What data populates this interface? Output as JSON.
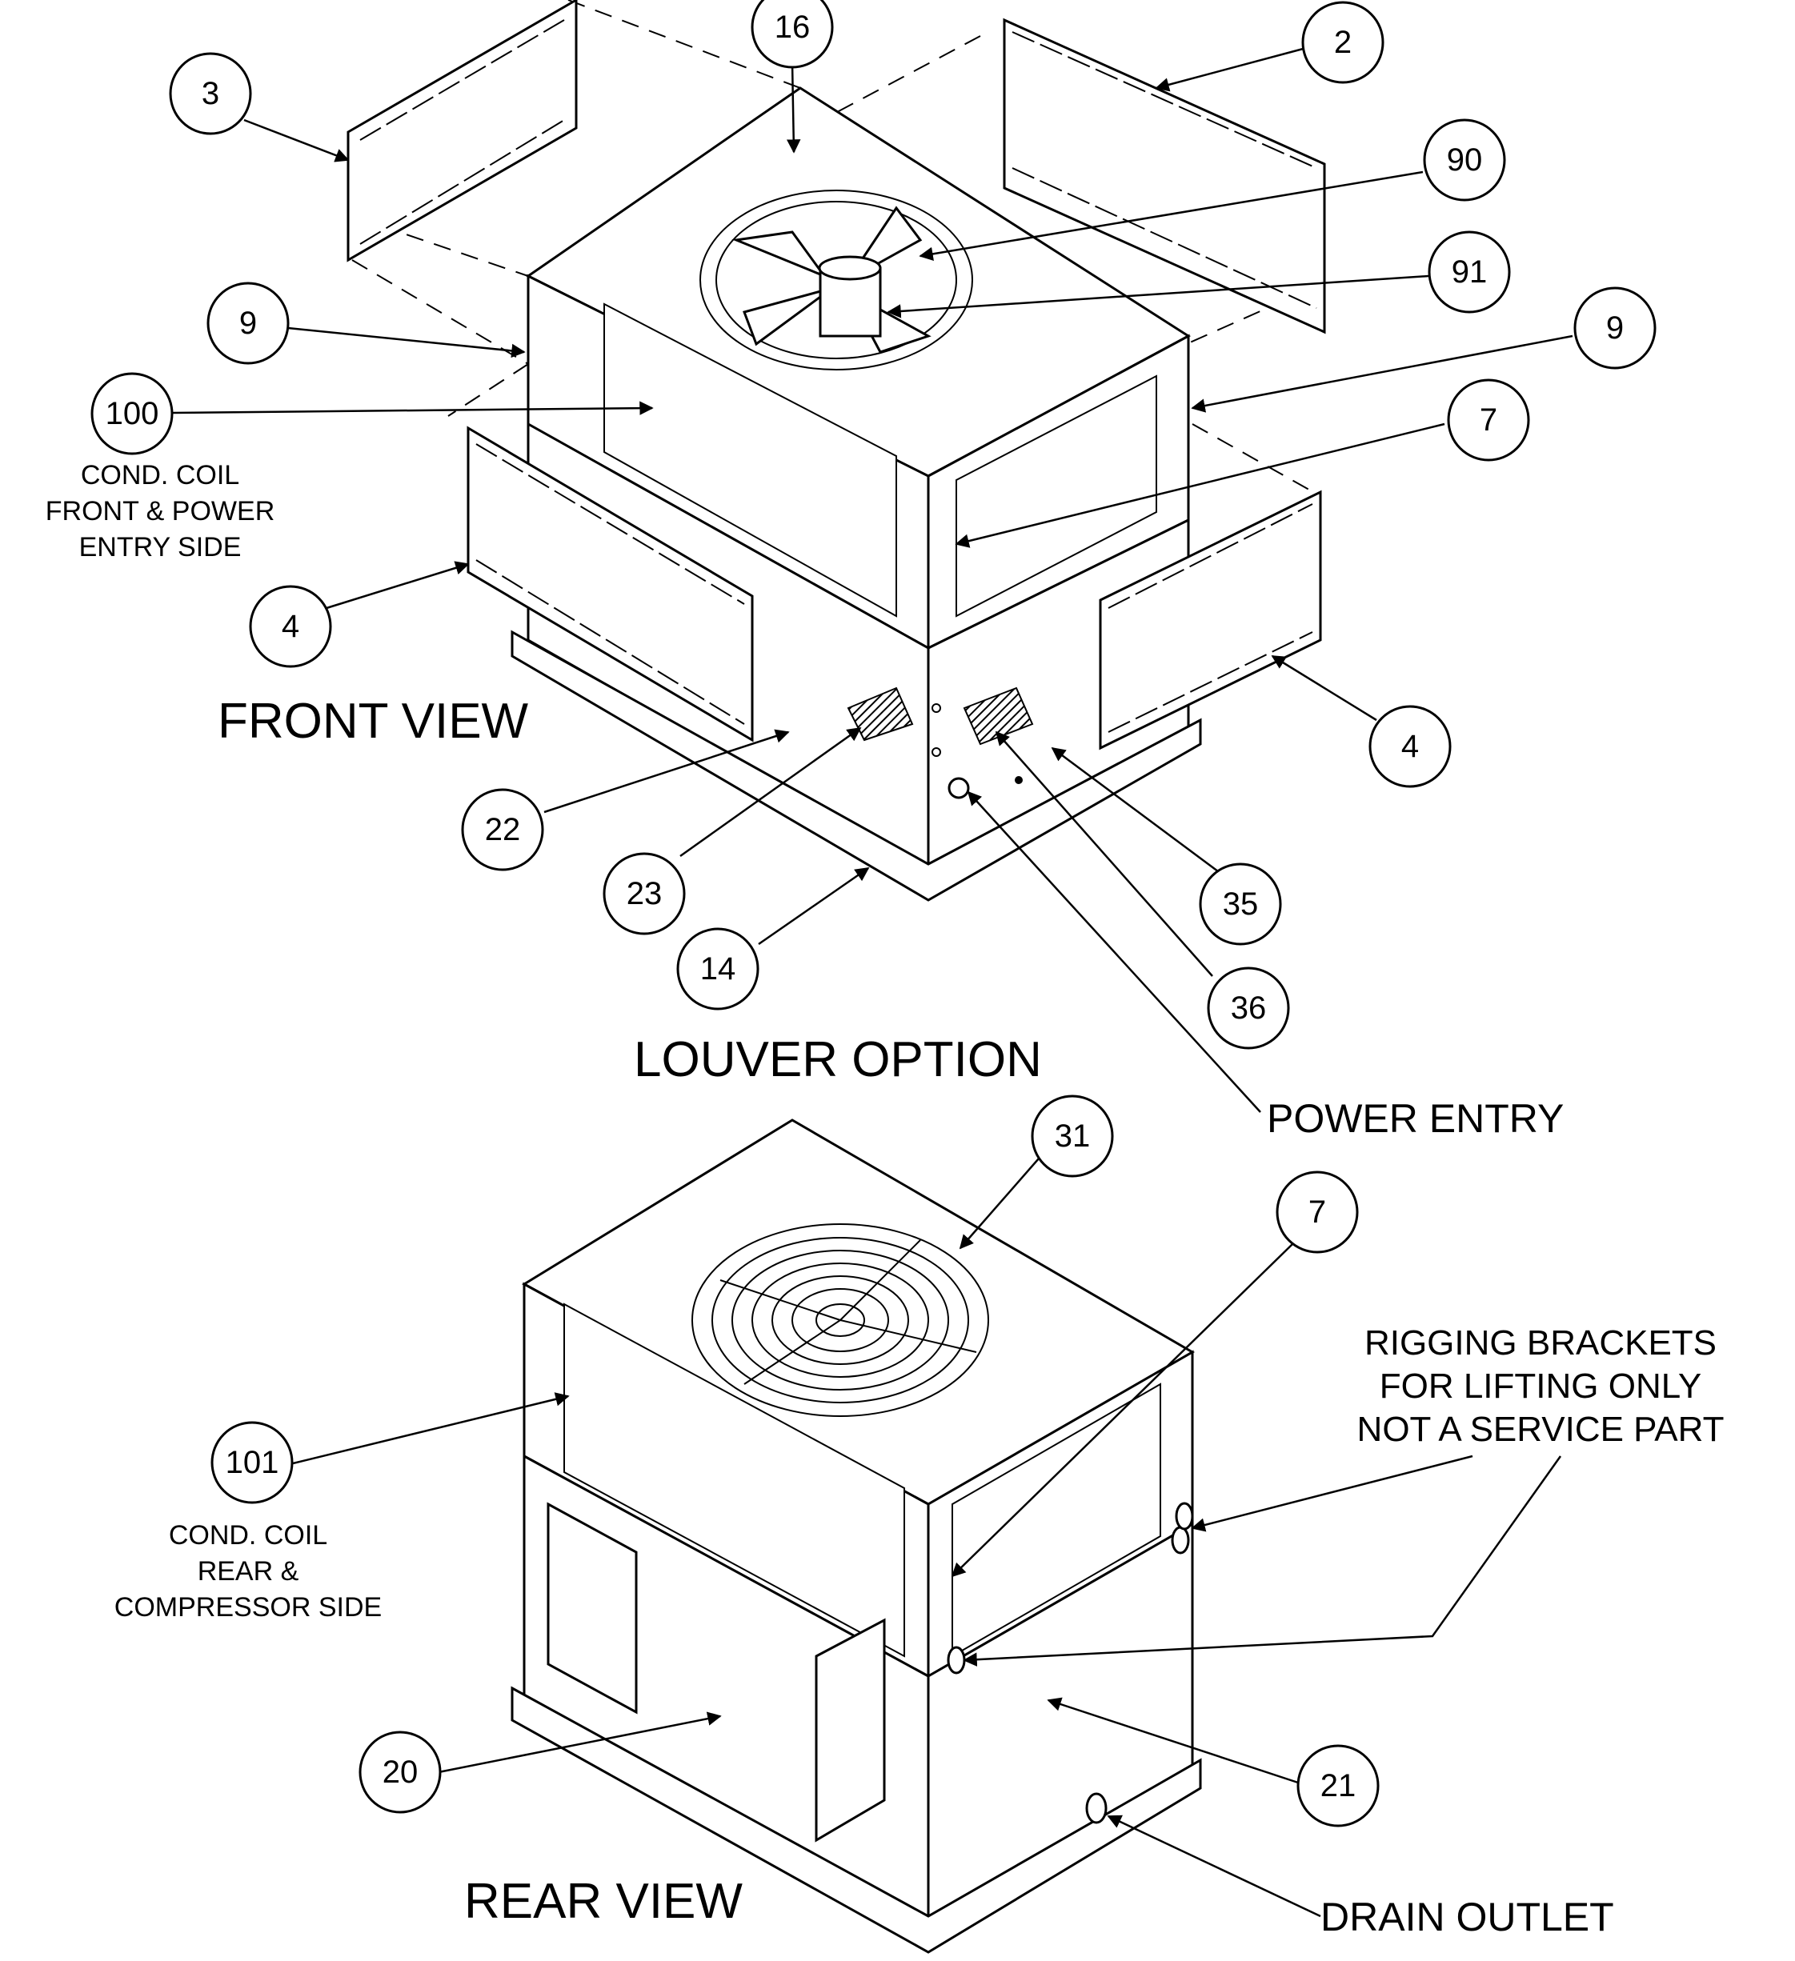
{
  "views": {
    "front_title": "FRONT VIEW",
    "louver_title": "LOUVER OPTION",
    "rear_title": "REAR VIEW"
  },
  "notes": {
    "cond_coil_front": [
      "COND. COIL",
      "FRONT & POWER",
      "ENTRY SIDE"
    ],
    "cond_coil_rear": [
      "COND. COIL",
      "REAR &",
      "COMPRESSOR SIDE"
    ],
    "rigging": [
      "RIGGING BRACKETS",
      "FOR LIFTING ONLY",
      "NOT A SERVICE PART"
    ],
    "power_entry": "POWER ENTRY",
    "drain_outlet": "DRAIN OUTLET"
  },
  "callouts": {
    "c16": "16",
    "c2": "2",
    "c3": "3",
    "c90": "90",
    "c91": "91",
    "c9_left": "9",
    "c9_right": "9",
    "c100": "100",
    "c7_front": "7",
    "c4_left": "4",
    "c4_right": "4",
    "c22": "22",
    "c23": "23",
    "c14": "14",
    "c35": "35",
    "c36": "36",
    "c31": "31",
    "c7_rear": "7",
    "c101": "101",
    "c20": "20",
    "c21": "21"
  }
}
